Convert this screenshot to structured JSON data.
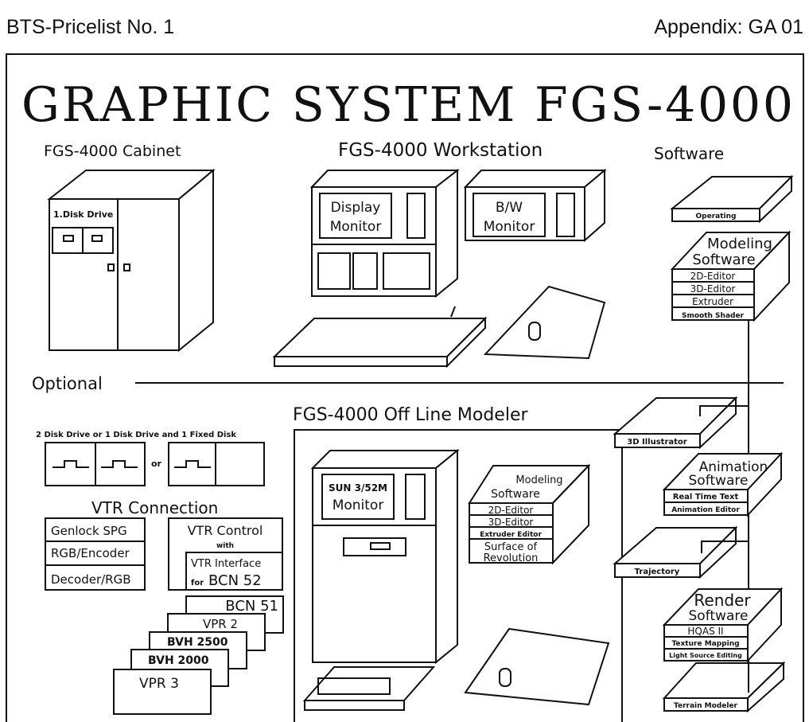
{
  "header": {
    "left": "BTS-Pricelist No. 1",
    "right": "Appendix:  GA 01"
  },
  "title": "GRAPHIC  SYSTEM  FGS-4000",
  "cabinet": {
    "heading": "FGS-4000 Cabinet",
    "disk_label": "1.Disk Drive"
  },
  "workstation": {
    "heading": "FGS-4000 Workstation",
    "display_1": "Display",
    "display_2": "Monitor",
    "bw_1": "B/W",
    "bw_2": "Monitor"
  },
  "software": {
    "heading": "Software",
    "operating": "Operating",
    "modeling": {
      "title_1": "Modeling",
      "title_2": "Software",
      "items": [
        "2D-Editor",
        "3D-Editor",
        "Extruder",
        "Smooth Shader"
      ]
    },
    "illustrator": "3D Illustrator",
    "animation": {
      "title_1": "Animation",
      "title_2": "Software",
      "items": [
        "Real Time Text",
        "Animation Editor"
      ]
    },
    "trajectory": "Trajectory",
    "render": {
      "title_1": "Render",
      "title_2": "Software",
      "items": [
        "HQAS II",
        "Texture Mapping",
        "Light Source Editing"
      ]
    },
    "terrain": "Terrain Modeler"
  },
  "optional": "Optional",
  "disks": {
    "caption": "2 Disk Drive or 1 Disk Drive and 1 Fixed Disk",
    "or": "or"
  },
  "vtr": {
    "heading": "VTR Connection",
    "left_items": [
      "Genlock SPG",
      "RGB/Encoder",
      "Decoder/RGB"
    ],
    "control": "VTR Control",
    "with": "with",
    "interface": "VTR Interface",
    "for": "for",
    "bcn52": "BCN 52",
    "machines": [
      "BCN 51",
      "VPR 2",
      "BVH 2500",
      "BVH 2000",
      "VPR 3"
    ]
  },
  "offline": {
    "heading": "FGS-4000 Off Line Modeler",
    "monitor_1": "SUN 3/52M",
    "monitor_2": "Monitor",
    "modeling": {
      "title_1": "Modeling",
      "title_2": "Software",
      "items": [
        "2D-Editor",
        "3D-Editor",
        "Extruder Editor",
        "Surface of",
        "Revolution"
      ]
    }
  }
}
